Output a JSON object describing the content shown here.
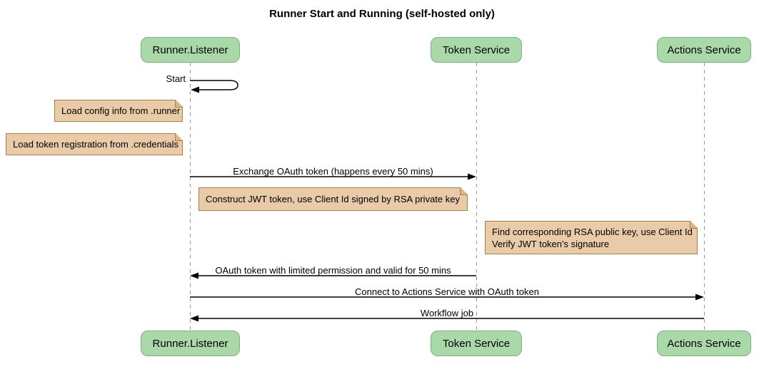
{
  "diagram": {
    "title": "Runner Start and Running (self-hosted only)",
    "participants": [
      {
        "name": "Runner.Listener"
      },
      {
        "name": "Token Service"
      },
      {
        "name": "Actions Service"
      }
    ],
    "messages": {
      "start": "Start",
      "exchange_oauth": "Exchange OAuth token (happens every 50 mins)",
      "oauth_return": "OAuth token with limited permission and valid for 50 mins",
      "connect": "Connect to Actions Service with OAuth token",
      "workflow_job": "Workflow job"
    },
    "notes": {
      "load_config": "Load config info from .runner",
      "load_credentials": "Load token registration from .credentials",
      "construct_jwt": "Construct JWT token, use Client Id signed by RSA private key",
      "verify_line1": "Find corresponding RSA public key, use Client Id",
      "verify_line2": "Verify JWT token's signature"
    },
    "colors": {
      "background": "#FFFFFF",
      "participant_fill": "#A9D8A9",
      "participant_border": "#81AE81",
      "note_fill": "#E9CBA7",
      "note_border": "#AA8144",
      "lifeline": "#999999",
      "arrow": "#000000",
      "text": "#000000"
    }
  }
}
